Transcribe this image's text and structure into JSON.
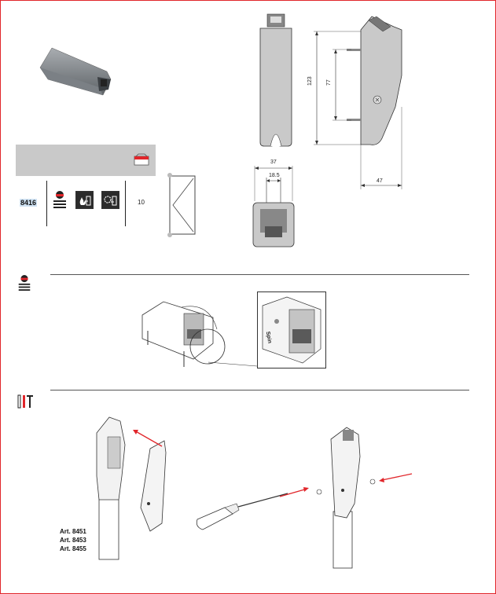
{
  "product": {
    "code": "8416",
    "quantity": "10"
  },
  "dimensions": {
    "height_total": "123",
    "height_inner": "77",
    "depth": "47",
    "width": "37",
    "hole_spacing": "18.5"
  },
  "articles": [
    "Art. 8451",
    "Art. 8453",
    "Art. 8455"
  ],
  "section_labels": {
    "install_detail_text": "Spin"
  },
  "icons": {
    "installer": "installer-icon",
    "fire": "fire-door-icon",
    "dirt": "dirt-resistant-icon",
    "box": "packaging-box-icon",
    "tools": "tools-icon"
  },
  "colors": {
    "frame": "#e1262b",
    "accent_arrow": "#e1262b",
    "band": "#c9c9c9"
  }
}
